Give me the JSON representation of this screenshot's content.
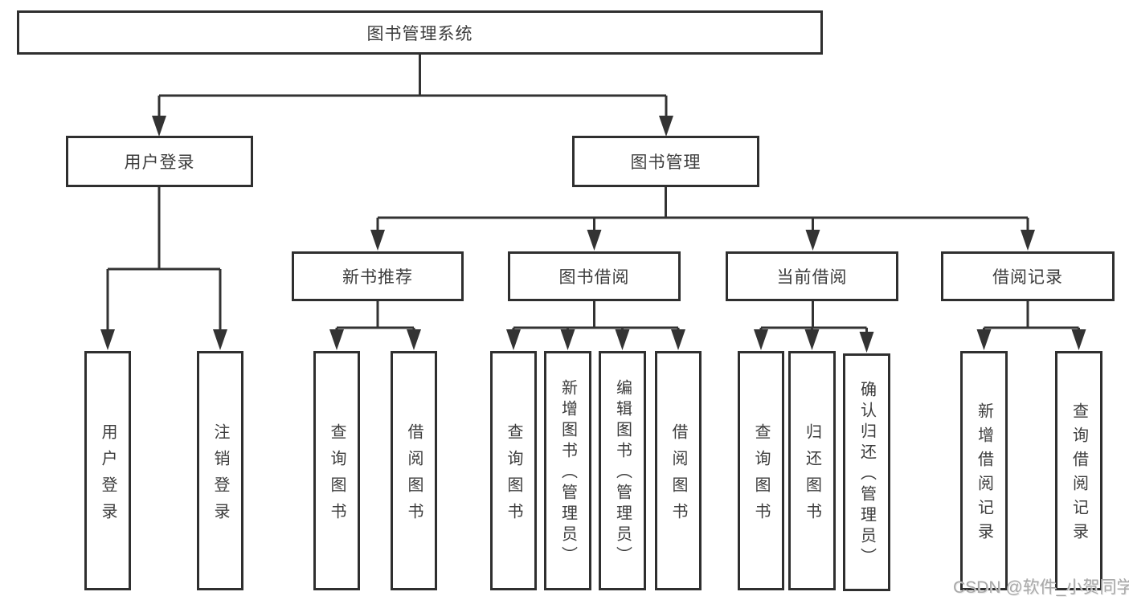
{
  "watermark": "CSDN @软件_小贺同学",
  "colors": {
    "line": "#333333",
    "box_border": "#2f2f2f",
    "text": "#3c3c3c",
    "watermark": "#a8a8a8"
  },
  "tree": {
    "label": "图书管理系统",
    "children": [
      {
        "label": "用户登录",
        "children": [
          {
            "label": "用户登录"
          },
          {
            "label": "注销登录"
          }
        ]
      },
      {
        "label": "图书管理",
        "children": [
          {
            "label": "新书推荐",
            "children": [
              {
                "label": "查询图书"
              },
              {
                "label": "借阅图书"
              }
            ]
          },
          {
            "label": "图书借阅",
            "children": [
              {
                "label": "查询图书"
              },
              {
                "label": "新增图书（管理员）"
              },
              {
                "label": "编辑图书（管理员）"
              },
              {
                "label": "借阅图书"
              }
            ]
          },
          {
            "label": "当前借阅",
            "children": [
              {
                "label": "查询图书"
              },
              {
                "label": "归还图书"
              },
              {
                "label": "确认归还（管理员）"
              }
            ]
          },
          {
            "label": "借阅记录",
            "children": [
              {
                "label": "新增借阅记录"
              },
              {
                "label": "查询借阅记录"
              }
            ]
          }
        ]
      }
    ]
  }
}
